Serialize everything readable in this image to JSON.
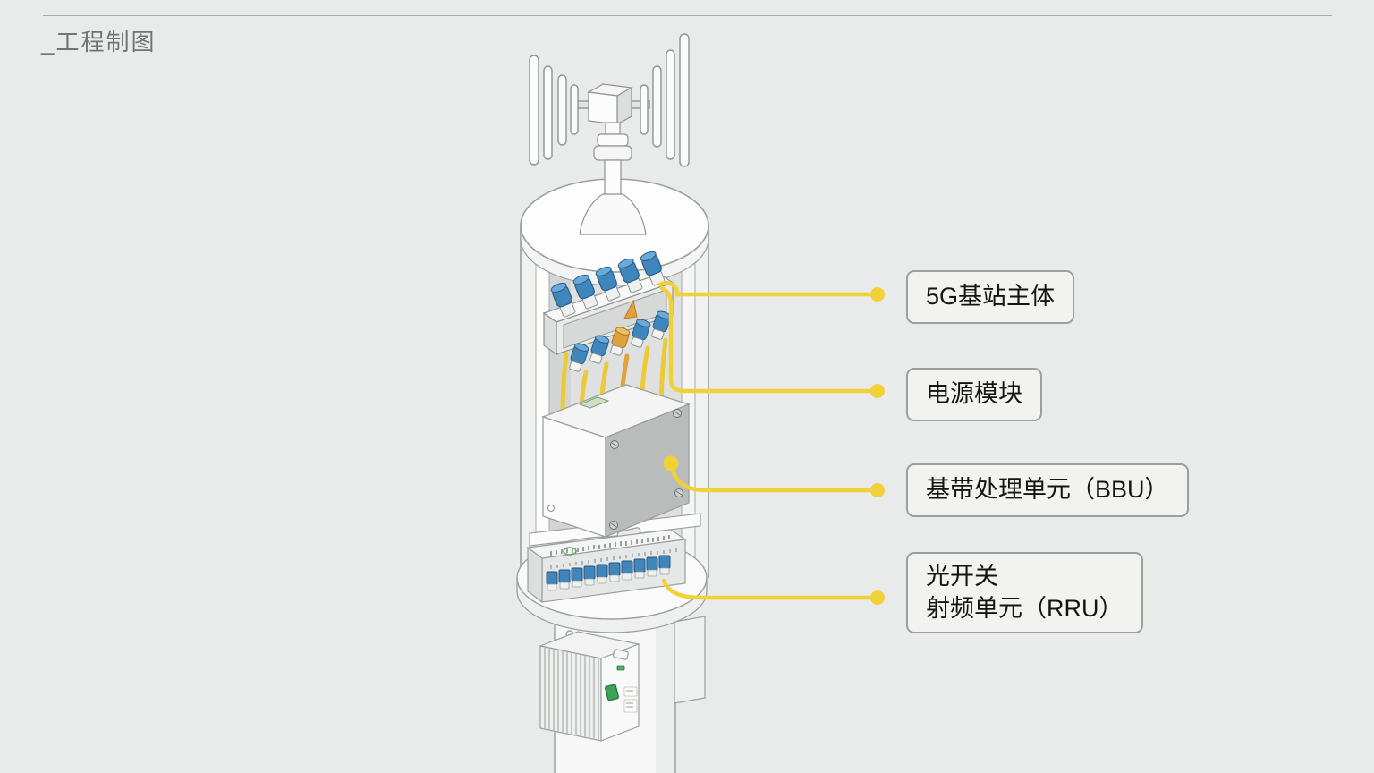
{
  "page": {
    "title": "_工程制图"
  },
  "colors": {
    "background": "#e9ebea",
    "leader_yellow": "#f0d138",
    "cable_yellow": "#ecc937",
    "cable_orange": "#e0a23c",
    "connector_blue": "#3f86bd",
    "callout_bg": "#f2f3f1",
    "callout_border": "#9ba09d",
    "callout_text": "#141414",
    "title_text": "#6e7573"
  },
  "callouts": [
    {
      "id": "base-station-body",
      "text": "5G基站主体"
    },
    {
      "id": "power-module",
      "text": "电源模块"
    },
    {
      "id": "bbu",
      "text": "基带处理单元（BBU）"
    },
    {
      "id": "rru",
      "line1": "光开关",
      "line2": "射频单元（RRU）"
    }
  ],
  "diagram": {
    "parts": [
      "antenna-array",
      "antenna-mast",
      "enclosure-cylinder",
      "connector-panel",
      "fiber-cables",
      "bbu-box",
      "equipment-shelf",
      "rru-optical-switch-unit",
      "power-supply-box",
      "mounting-pole"
    ]
  }
}
